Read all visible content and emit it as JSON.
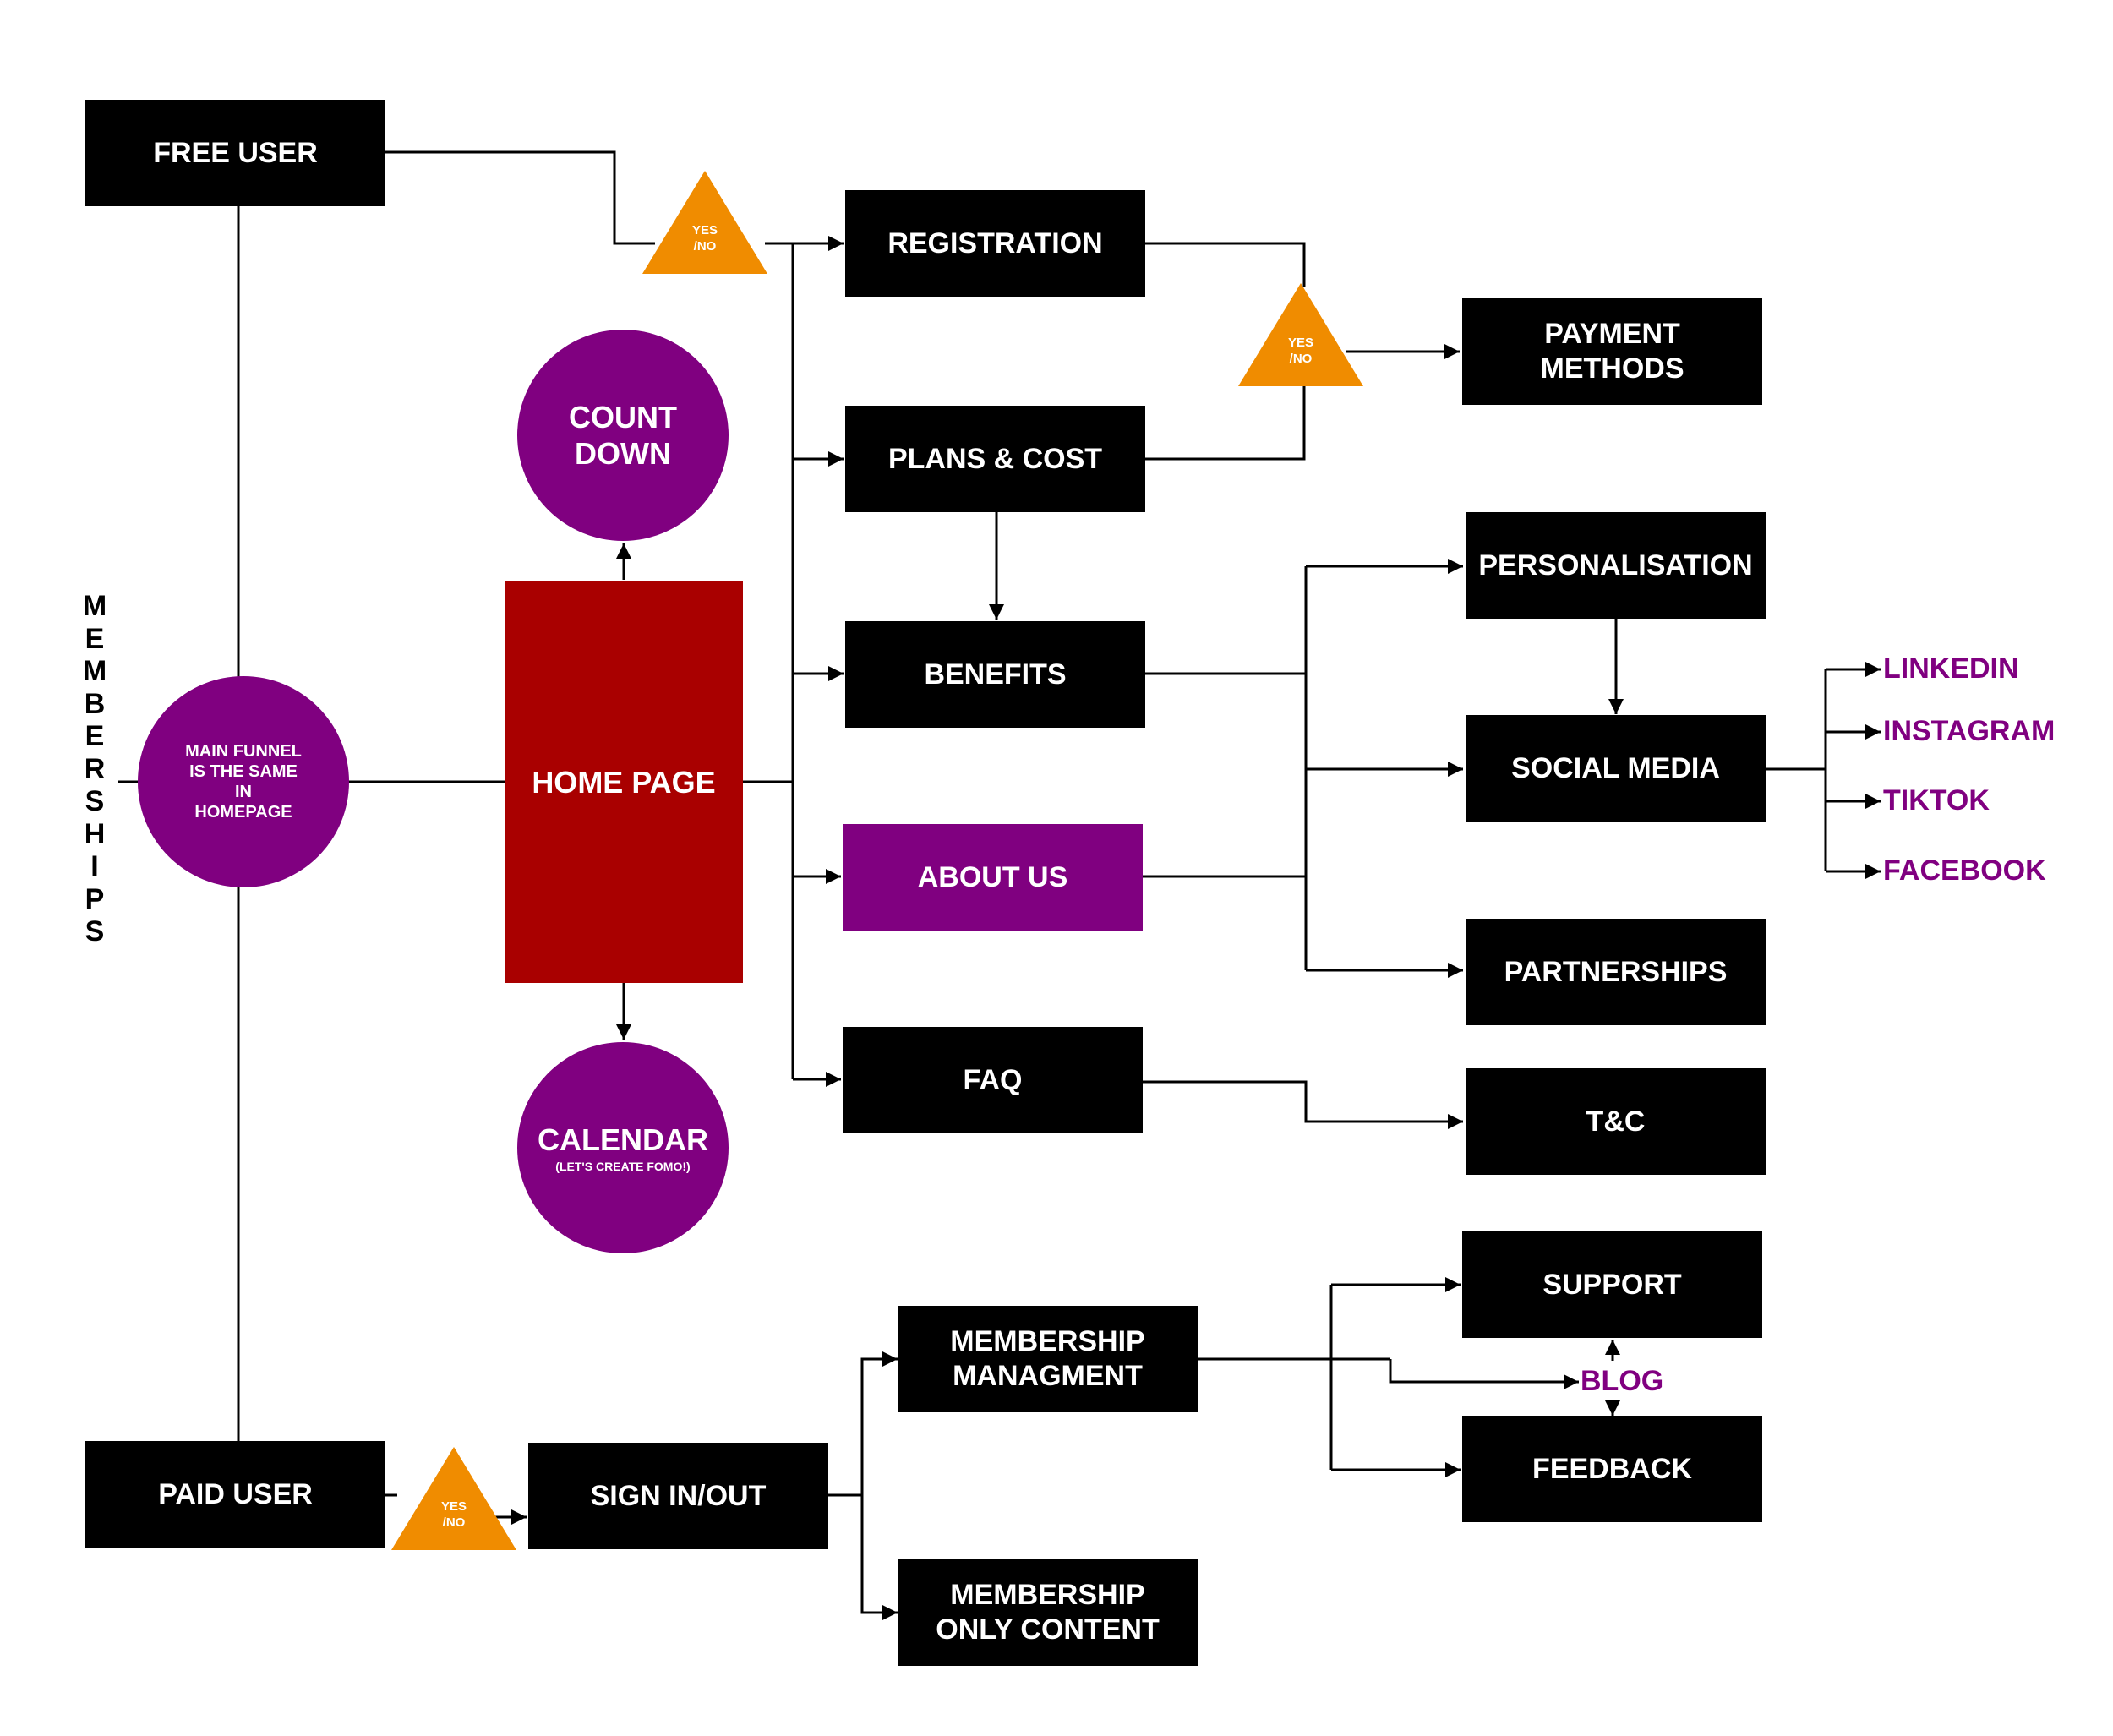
{
  "colors": {
    "box": "#000000",
    "home": "#a90000",
    "accent": "#800080",
    "decision": "#f08c00",
    "line": "#000000"
  },
  "side_label": {
    "letters": [
      "M",
      "E",
      "M",
      "B",
      "E",
      "R",
      "S",
      "H",
      "I",
      "P",
      "S"
    ]
  },
  "nodes": {
    "free_user": "FREE USER",
    "paid_user": "PAID USER",
    "main_funnel": "MAIN FUNNEL\nIS THE SAME\nIN\nHOMEPAGE",
    "home_page": "HOME PAGE",
    "count_down": "COUNT\nDOWN",
    "calendar": "CALENDAR",
    "calendar_note": "(LET'S CREATE FOMO!)",
    "registration": "REGISTRATION",
    "plans_cost": "PLANS & COST",
    "benefits": "BENEFITS",
    "about_us": "ABOUT US",
    "faq": "FAQ",
    "payment_methods": "PAYMENT\nMETHODS",
    "personalisation": "PERSONALISATION",
    "social_media": "SOCIAL MEDIA",
    "partnerships": "PARTNERSHIPS",
    "tc": "T&C",
    "sign_in_out": "SIGN IN/OUT",
    "membership_managment": "MEMBERSHIP\nMANAGMENT",
    "membership_only_content": "MEMBERSHIP\nONLY CONTENT",
    "support": "SUPPORT",
    "feedback": "FEEDBACK",
    "blog": "BLOG"
  },
  "decisions": {
    "free_user": "YES\n/NO",
    "payment": "YES\n/NO",
    "paid_user": "YES\n/NO"
  },
  "social_links": {
    "linkedin": "LINKEDIN",
    "instagram": "INSTAGRAM",
    "tiktok": "TIKTOK",
    "facebook": "FACEBOOK"
  }
}
